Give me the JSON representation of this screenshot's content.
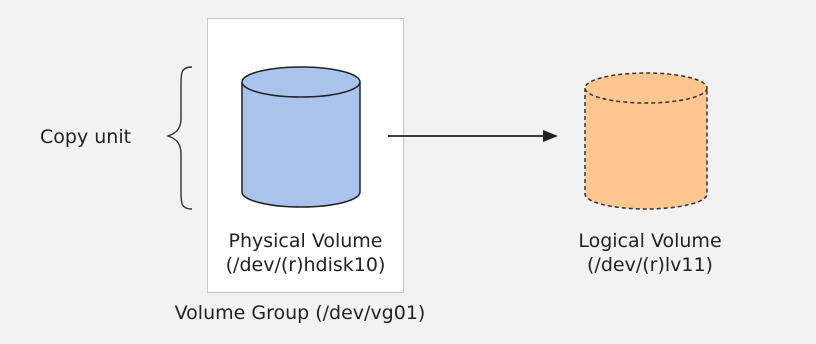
{
  "copy_unit_label": "Copy unit",
  "physical_volume": {
    "name": "Physical Volume",
    "device": "(/dev/(r)hdisk10)",
    "fill_color": "#a9c4ec",
    "stroke_color": "#222222"
  },
  "logical_volume": {
    "name": "Logical Volume",
    "device": "(/dev/(r)lv11)",
    "fill_color": "#fbc690",
    "stroke_color": "#333333"
  },
  "volume_group_label": "Volume Group (/dev/vg01)",
  "background_color": "#f2f2f2"
}
